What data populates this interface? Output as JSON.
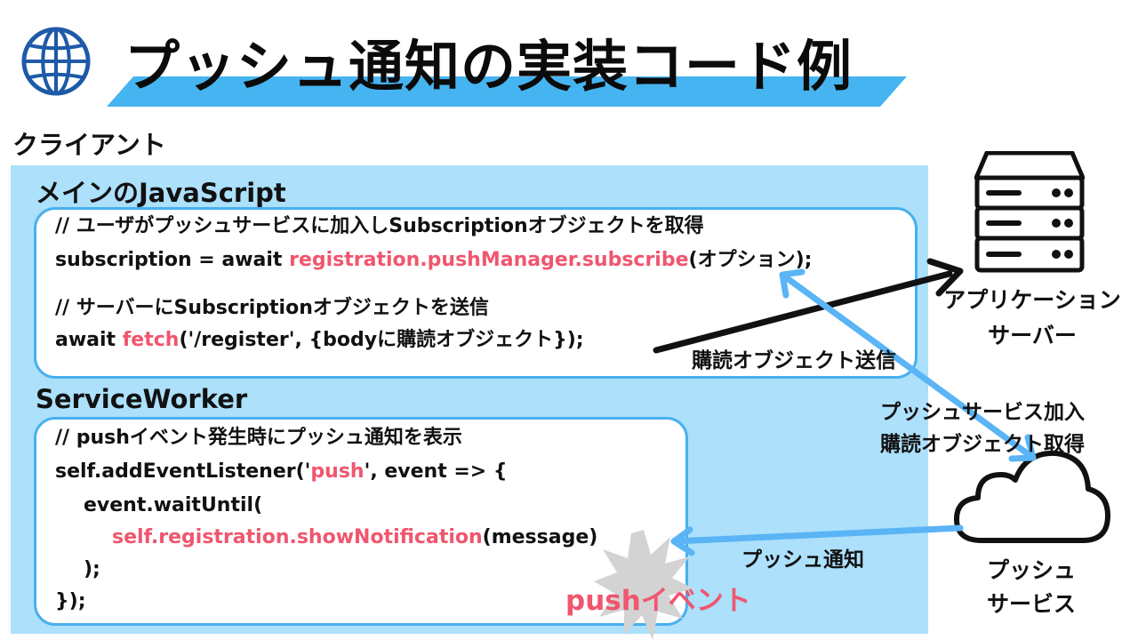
{
  "title": "プッシュ通知の実装コード例",
  "client_label": "クライアント",
  "main_js": {
    "label": "メインのJavaScript",
    "lines": [
      {
        "parts": [
          "// ユーザがプッシュサービスに加入しSubscriptionオブジェクトを取得"
        ]
      },
      {
        "parts": [
          "subscription = await ",
          "registration.pushManager.subscribe",
          "(オプション);"
        ]
      },
      {
        "parts": [
          "// サーバーにSubscriptionオブジェクトを送信"
        ]
      },
      {
        "parts": [
          "await ",
          "fetch",
          "('/register', {bodyに購読オブジェクト});"
        ]
      }
    ]
  },
  "service_worker": {
    "label": "ServiceWorker",
    "lines": [
      {
        "parts": [
          "// pushイベント発生時にプッシュ通知を表示"
        ]
      },
      {
        "parts": [
          "self.addEventListener('",
          "push",
          "', event => {"
        ]
      },
      {
        "parts": [
          "event.waitUntil("
        ]
      },
      {
        "parts": [
          "self.registration.showNotification",
          "(message)"
        ]
      },
      {
        "parts": [
          ");"
        ]
      },
      {
        "parts": [
          "});"
        ]
      }
    ]
  },
  "app_server": {
    "line1": "アプリケーション",
    "line2": "サーバー"
  },
  "push_service": {
    "line1": "プッシュ",
    "line2": "サービス"
  },
  "arrow_labels": {
    "send_subscription": "購読オブジェクト送信",
    "push_join_line1": "プッシュサービス加入",
    "push_join_line2": "購読オブジェクト取得",
    "push_notify": "プッシュ通知"
  },
  "push_event_label": "pushイベント",
  "icons": {
    "globe": "globe-icon",
    "server": "server-icon",
    "cloud": "cloud-icon"
  },
  "colors": {
    "accent_blue": "#46b4f0",
    "panel_blue": "#ace0fb",
    "highlight_red": "#f0566e",
    "arrow_blue": "#5ab4f5",
    "starburst_gray": "#d3d3d3"
  }
}
